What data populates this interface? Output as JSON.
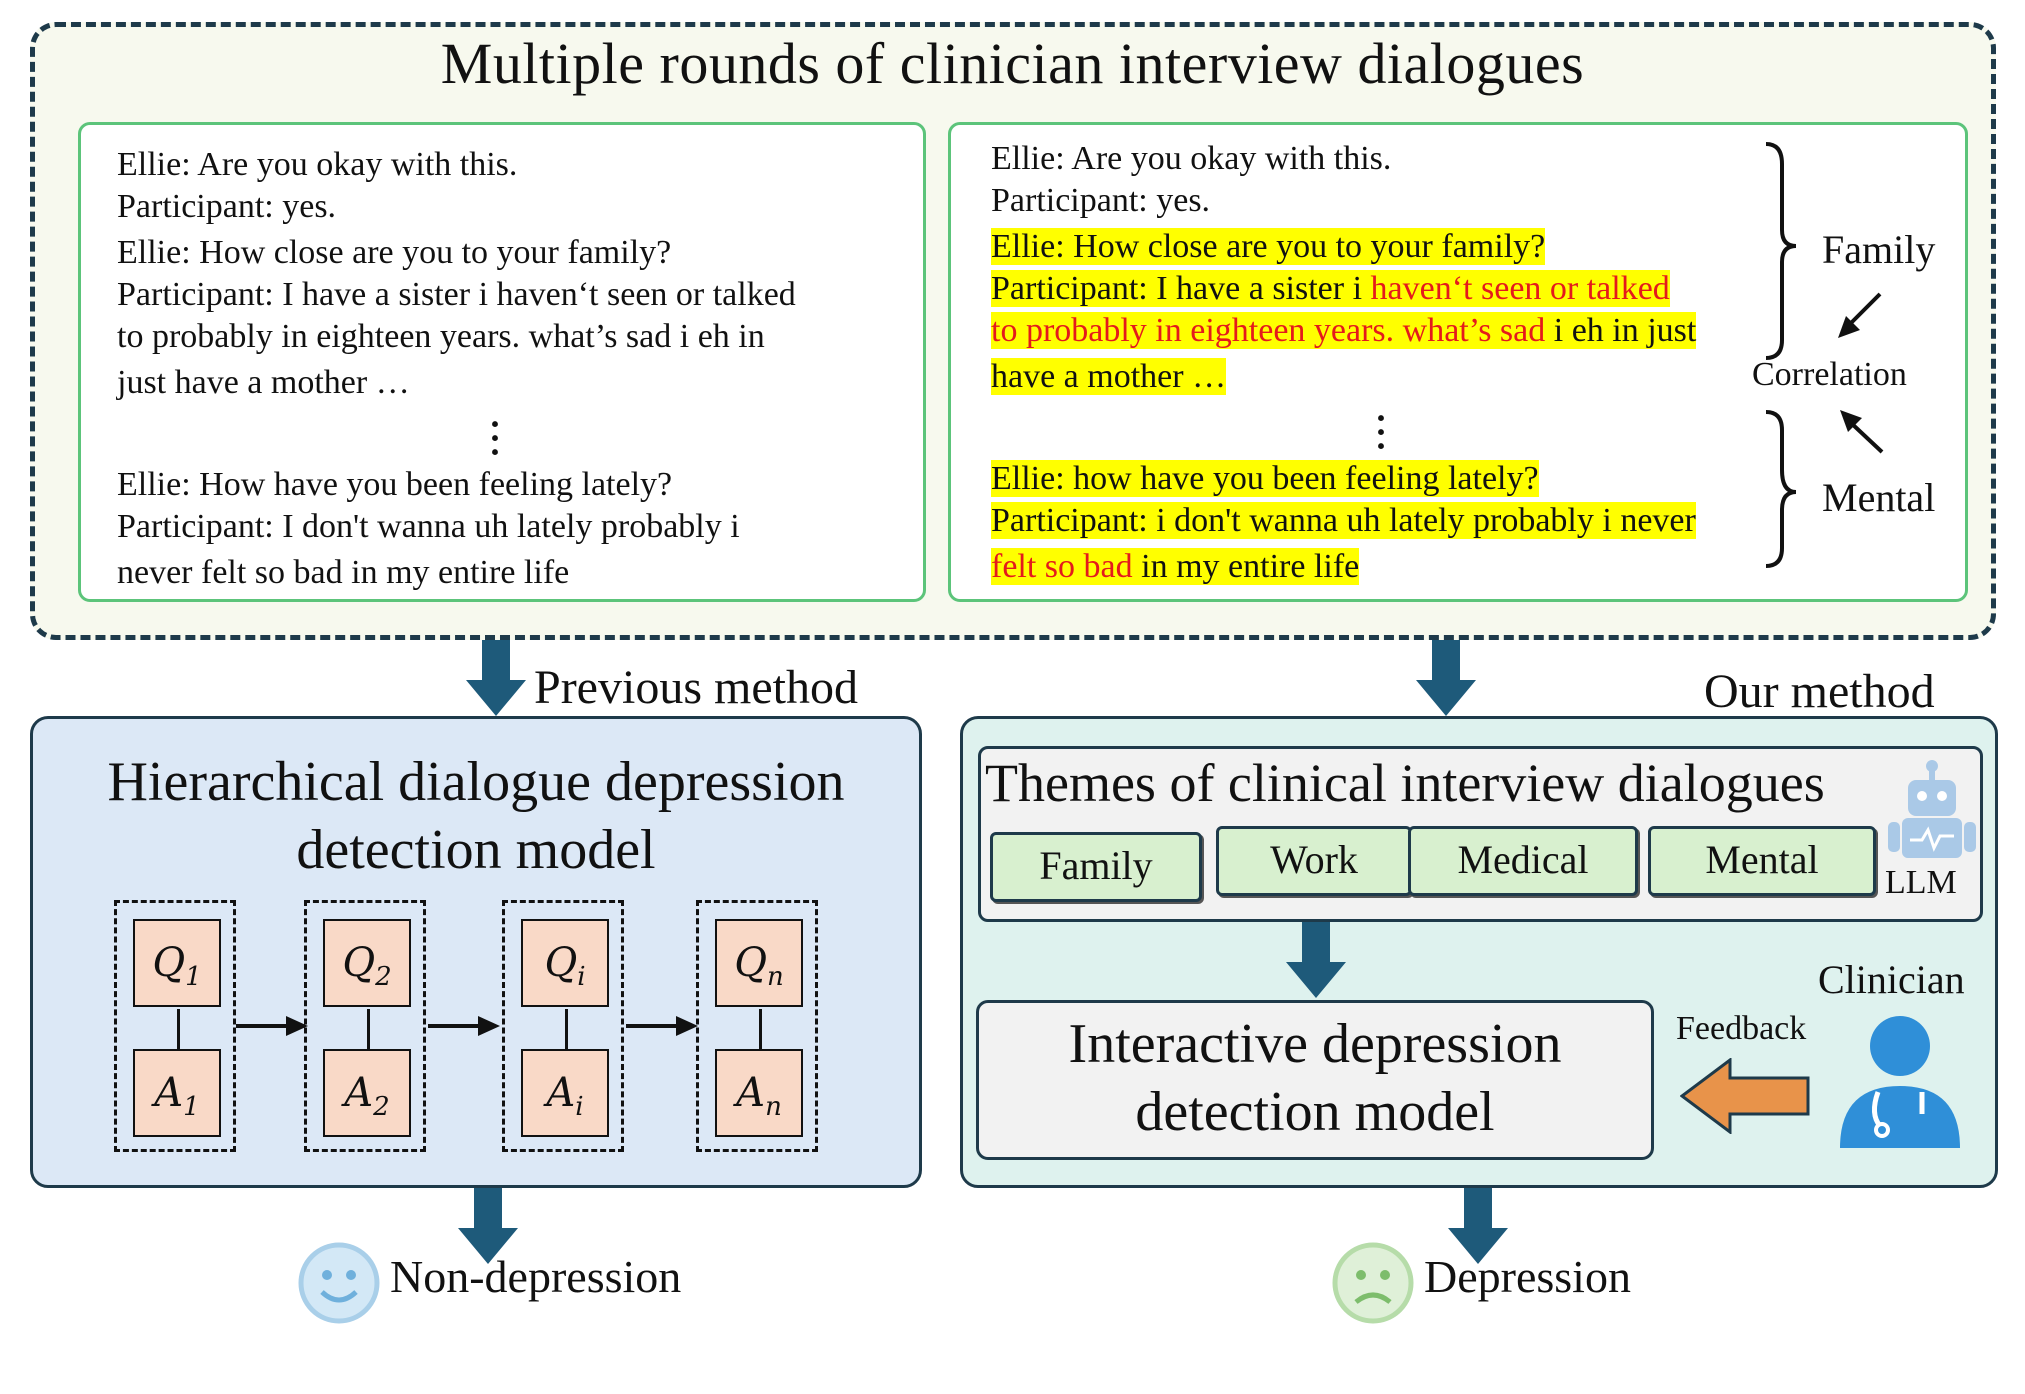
{
  "title": "Multiple rounds of clinician interview dialogues",
  "left_dialog": {
    "lines": [
      "Ellie: Are you okay with this.",
      "Participant: yes.",
      "Ellie: How close are you to your family?",
      "Participant: I have a  sister i haven‘t seen or talked",
      "to probably in eighteen years. what’s sad i eh in",
      "just have a mother …",
      "Ellie: How have you been feeling lately?",
      "Participant: I don't wanna uh lately probably i",
      "never felt so bad in my entire life"
    ]
  },
  "right_dialog": {
    "l1": "Ellie: Are you okay with this.",
    "l2": "Participant: yes.",
    "l3": "Ellie: How close are you to your family?",
    "l4a": "Participant: I have a  sister i ",
    "l4b": "haven‘t seen or talked",
    "l5a": "to probably in eighteen years. what’s sad ",
    "l5b": "i eh in just",
    "l6": "have a mother …",
    "l7": "Ellie: how have you been feeling lately?",
    "l8": "Participant: i don't wanna uh lately probably i never",
    "l9a": "felt so bad",
    "l9b": " in my entire life",
    "brace_family": "Family",
    "brace_mental": "Mental",
    "correlation": "Correlation"
  },
  "previous_method": {
    "label": "Previous method",
    "title_line1": "Hierarchical dialogue depression",
    "title_line2": "detection model",
    "groups": [
      {
        "q": "Q",
        "a": "A",
        "sub": "1"
      },
      {
        "q": "Q",
        "a": "A",
        "sub": "2"
      },
      {
        "q": "Q",
        "a": "A",
        "sub": "i"
      },
      {
        "q": "Q",
        "a": "A",
        "sub": "n"
      }
    ],
    "outcome": "Non-depression"
  },
  "our_method": {
    "label": "Our method",
    "themes_title": "Themes of clinical interview dialogues",
    "themes": [
      "Family",
      "Work",
      "Medical",
      "Mental"
    ],
    "llm": "LLM",
    "model_line1": "Interactive depression",
    "model_line2": "detection model",
    "clinician": "Clinician",
    "feedback": "Feedback",
    "outcome": "Depression"
  },
  "colors": {
    "dark_blue": "#1e5a7a",
    "highlight": "#ffff00",
    "red_text": "#e41a1c",
    "green_border": "#5cc47a",
    "orange_arrow": "#e8934a"
  }
}
